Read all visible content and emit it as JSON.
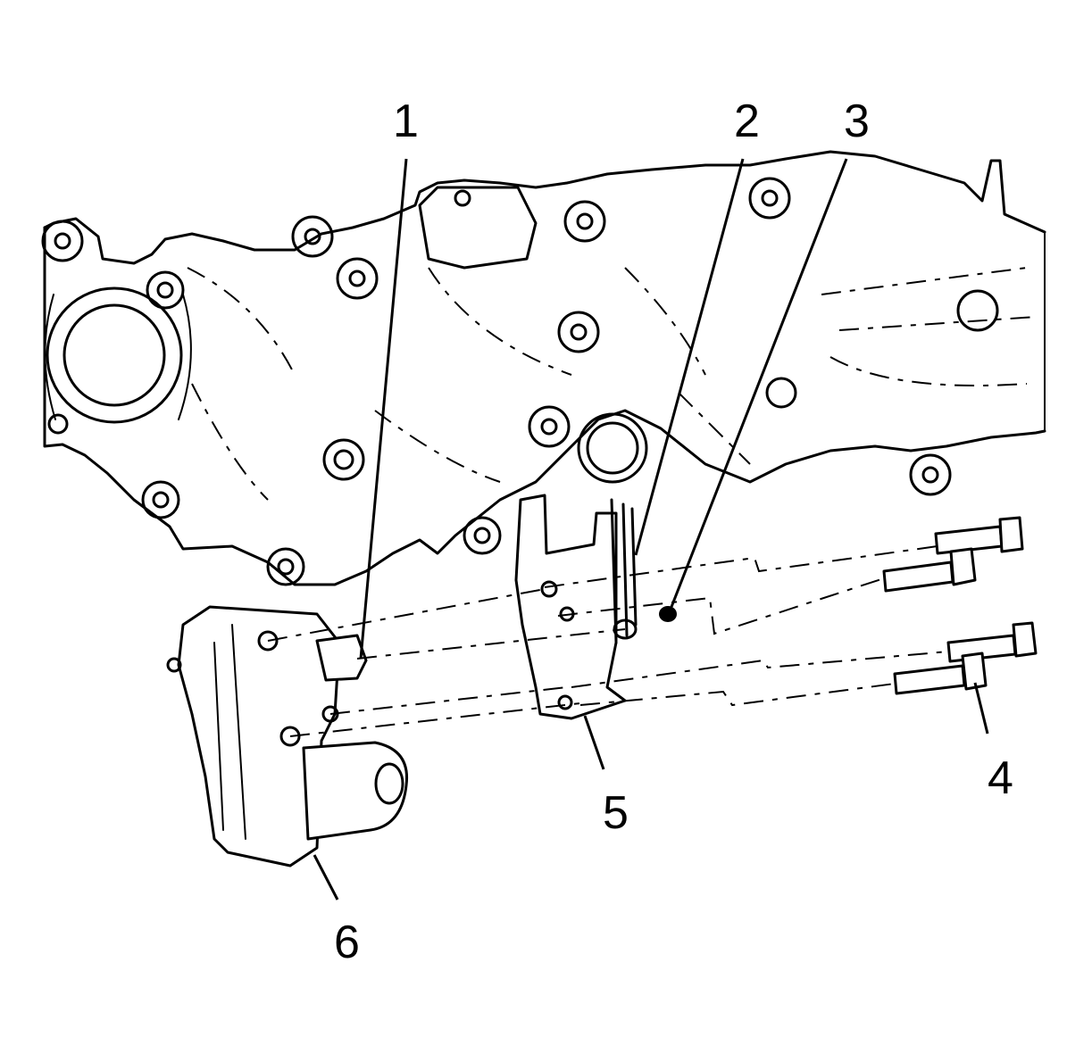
{
  "callouts": [
    {
      "id": 1,
      "label": "1"
    },
    {
      "id": 2,
      "label": "2"
    },
    {
      "id": 3,
      "label": "3"
    },
    {
      "id": 4,
      "label": "4"
    },
    {
      "id": 5,
      "label": "5"
    },
    {
      "id": 6,
      "label": "6"
    }
  ]
}
